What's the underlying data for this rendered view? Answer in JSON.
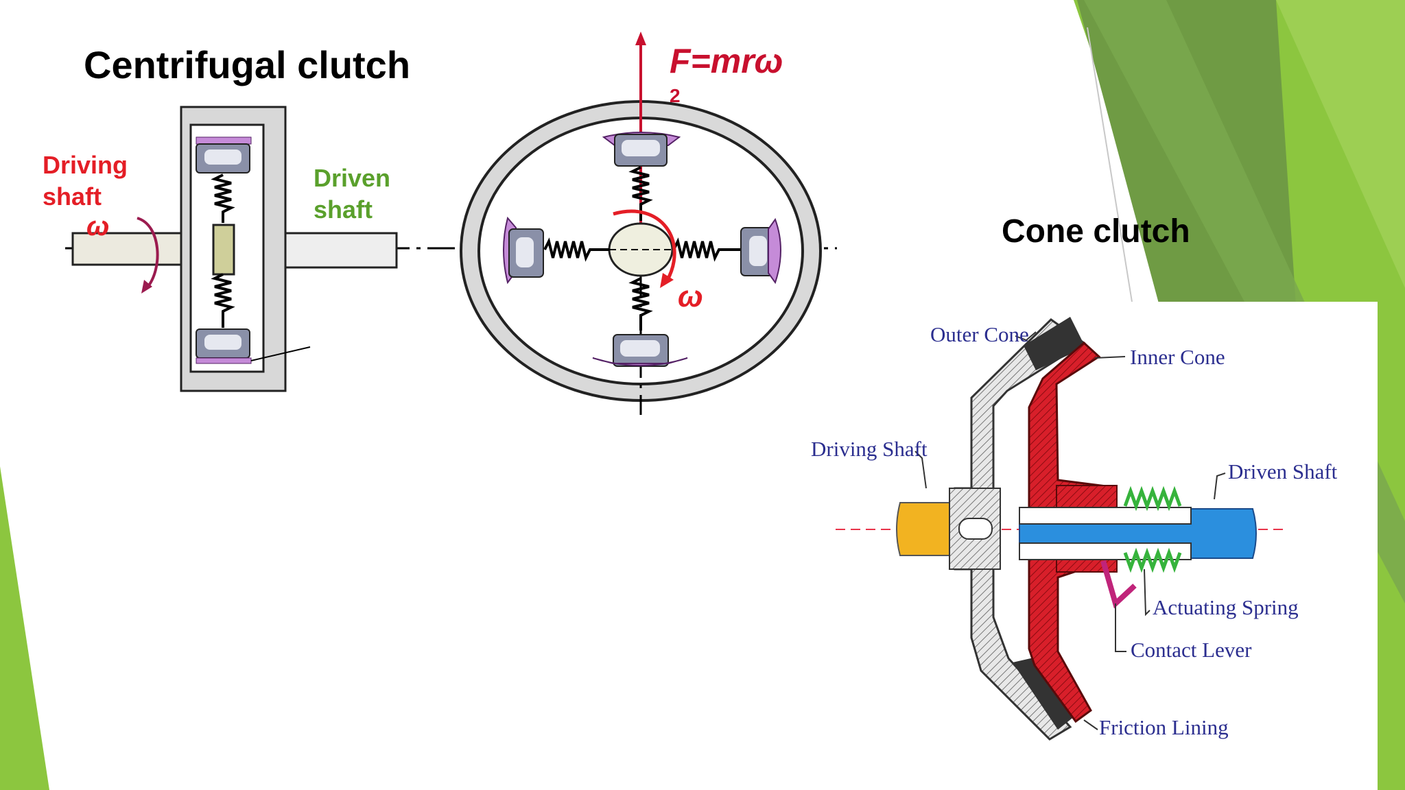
{
  "slide": {
    "centrifugal_title": "Centrifugal clutch",
    "cone_title": "Cone clutch"
  },
  "centrifugal": {
    "driving_shaft": "Driving shaft",
    "driven_shaft": "Driven shaft",
    "omega_left": "ω",
    "omega_right": "ω",
    "force_formula": "F=mrω",
    "force_exponent": "2"
  },
  "cone": {
    "outer_cone": "Outer Cone",
    "inner_cone": "Inner Cone",
    "driving_shaft": "Driving Shaft",
    "driven_shaft": "Driven Shaft",
    "actuating_spring": "Actuating Spring",
    "contact_lever": "Contact Lever",
    "friction_lining": "Friction Lining"
  },
  "colors": {
    "accent_green": "#8cc63f",
    "dark_green": "#5d8a3a",
    "red": "#e41e26",
    "label_blue": "#2b2e8f"
  }
}
